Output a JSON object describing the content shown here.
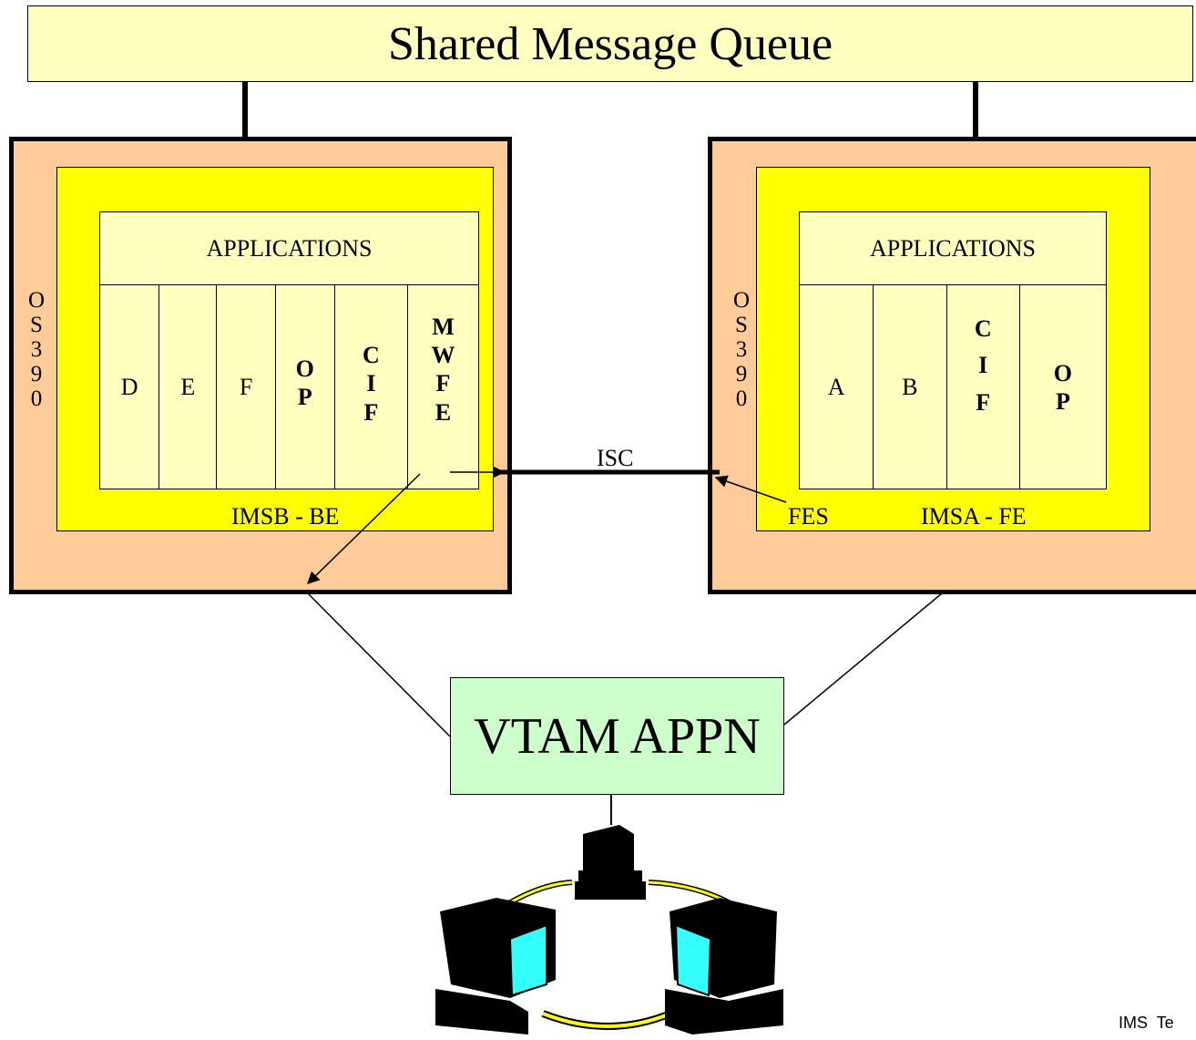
{
  "queue": {
    "title": "Shared Message Queue"
  },
  "left_system": {
    "os_label": [
      "O",
      "S",
      "3",
      "9",
      "0"
    ],
    "header": "APPLICATIONS",
    "cells": [
      {
        "lines": [
          "D"
        ],
        "bold": false
      },
      {
        "lines": [
          "E"
        ],
        "bold": false
      },
      {
        "lines": [
          "F"
        ],
        "bold": false
      },
      {
        "lines": [
          "O",
          "P"
        ],
        "bold": true
      },
      {
        "lines": [
          "C",
          "I",
          "F"
        ],
        "bold": true
      },
      {
        "lines": [
          "M",
          "W",
          "F",
          "E"
        ],
        "bold": true
      }
    ],
    "ims_label": "IMSB -  BE"
  },
  "right_system": {
    "os_label": [
      "O",
      "S",
      "3",
      "9",
      "0"
    ],
    "header": "APPLICATIONS",
    "cells": [
      {
        "lines": [
          "A"
        ],
        "bold": false
      },
      {
        "lines": [
          "B"
        ],
        "bold": false
      },
      {
        "lines": [
          "C",
          "I",
          "F"
        ],
        "bold": true
      },
      {
        "lines": [
          "O",
          "P"
        ],
        "bold": true
      }
    ],
    "fes_label": "FES",
    "ims_label": "IMSA - FE"
  },
  "link": {
    "label": "ISC"
  },
  "vtam": {
    "label": "VTAM APPN"
  },
  "footer": {
    "text": "IMS  Te"
  },
  "colors": {
    "os_fill": "#ffcc99",
    "ims_fill": "#ffff00",
    "app_fill": "#ffffc0",
    "vtam_fill": "#ccffcc",
    "screen": "#33ffff"
  },
  "icons": [
    "terminal-icon",
    "terminal-icon",
    "terminal-icon",
    "token-ring-icon"
  ]
}
